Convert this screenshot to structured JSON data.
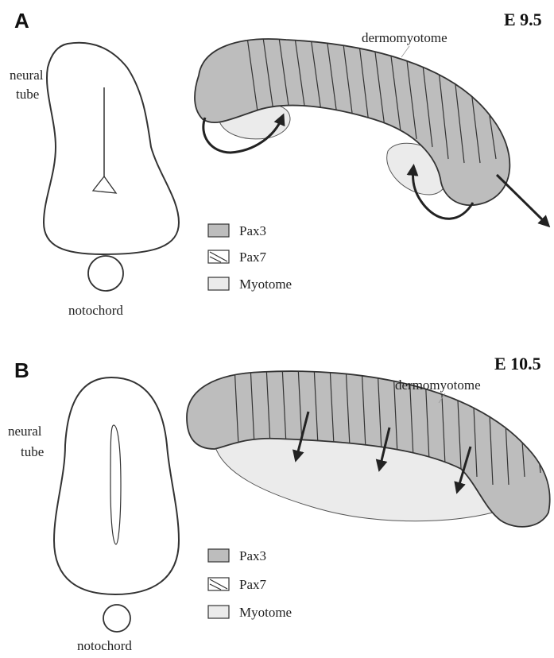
{
  "colors": {
    "pax3": "#bdbdbd",
    "myotome": "#ebebeb",
    "outline": "#333333",
    "arrow": "#222222"
  },
  "panelA": {
    "letter": "A",
    "stage": "E 9.5",
    "neural_tube_line1": "neural",
    "neural_tube_line2": "tube",
    "notochord": "notochord",
    "dermomyotome": "dermomyotome",
    "legend": [
      {
        "key": "pax3",
        "label": "Pax3"
      },
      {
        "key": "pax7",
        "label": "Pax7"
      },
      {
        "key": "myotome",
        "label": "Myotome"
      }
    ]
  },
  "panelB": {
    "letter": "B",
    "stage": "E 10.5",
    "neural_tube_line1": "neural",
    "neural_tube_line2": "tube",
    "notochord": "notochord",
    "dermomyotome": "dermomyotome",
    "legend": [
      {
        "key": "pax3",
        "label": "Pax3"
      },
      {
        "key": "pax7",
        "label": "Pax7"
      },
      {
        "key": "myotome",
        "label": "Myotome"
      }
    ]
  }
}
